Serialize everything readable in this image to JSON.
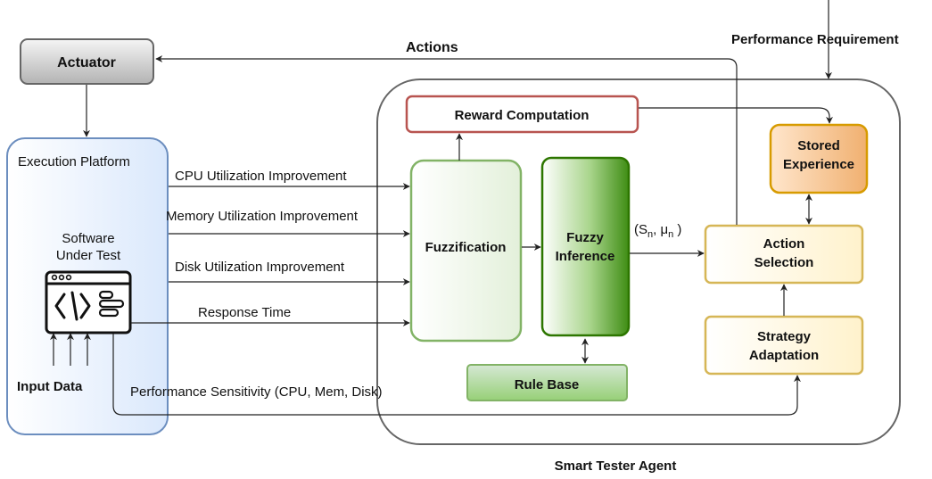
{
  "nodes": {
    "actuator": "Actuator",
    "execution_platform": "Execution Platform",
    "software_under_test_line1": "Software",
    "software_under_test_line2": "Under Test",
    "input_data": "Input Data",
    "reward_computation": "Reward Computation",
    "stored_experience_line1": "Stored",
    "stored_experience_line2": "Experience",
    "fuzzification": "Fuzzification",
    "fuzzy_inference_line1": "Fuzzy",
    "fuzzy_inference_line2": "Inference",
    "rule_base": "Rule Base",
    "action_selection_line1": "Action",
    "action_selection_line2": "Selection",
    "strategy_adaptation_line1": "Strategy",
    "strategy_adaptation_line2": "Adaptation",
    "smart_tester_agent": "Smart Tester Agent"
  },
  "edges": {
    "actions": "Actions",
    "performance_requirement": "Performance Requirement",
    "cpu": "CPU Utilization Improvement",
    "memory": "Memory Utilization Improvement",
    "disk": "Disk Utilization Improvement",
    "response_time": "Response Time",
    "sensitivity": "Performance Sensitivity (CPU, Mem, Disk)",
    "state_open": "(S",
    "state_sub_n": "n",
    "state_mid": ", μ",
    "state_sub_n2": "n",
    "state_close": " )"
  },
  "colors": {
    "platform_border": "#6c8ebf",
    "platform_fill": "#dae8fc",
    "reward_border": "#b85450",
    "stored_border": "#d79b00",
    "stored_fill": "#f5c48a",
    "fuzzification_border": "#82b366",
    "fuzzy_inference_border": "#2d7600",
    "fuzzy_inference_fill": "#4c9a1f",
    "rule_base_border": "#82b366",
    "rule_base_fill": "#8cc56c",
    "action_border": "#d6b656",
    "action_fill": "#fff2cc",
    "agent_border": "#666666"
  }
}
